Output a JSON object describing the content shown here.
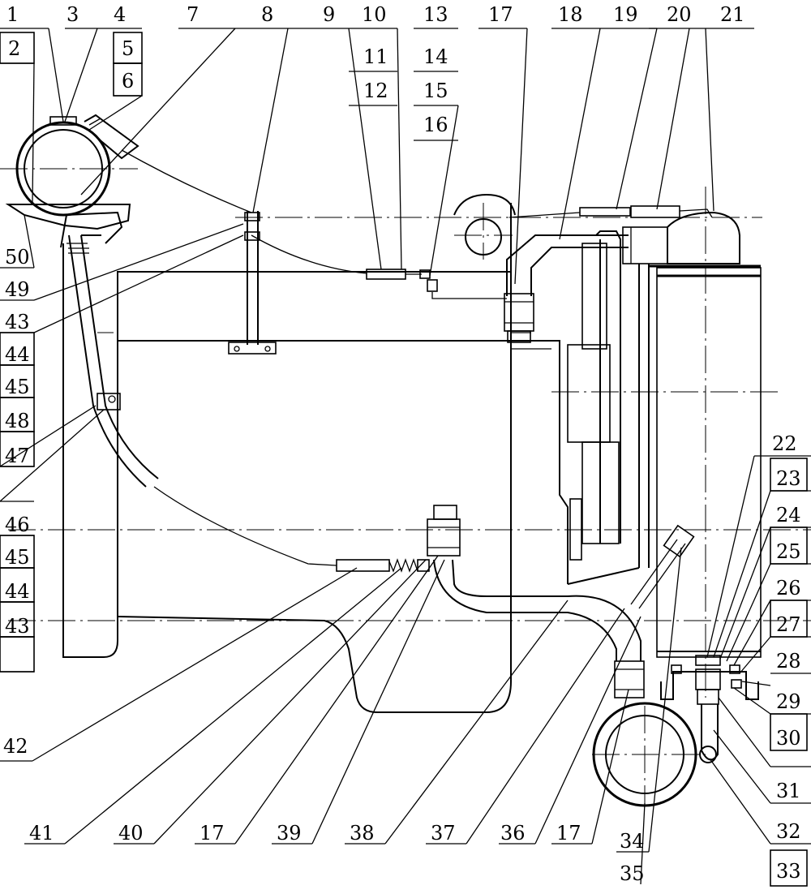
{
  "callouts": {
    "top_row": [
      "1",
      "3",
      "4",
      "7",
      "8",
      "9",
      "10",
      "13",
      "17",
      "18",
      "19",
      "20",
      "21"
    ],
    "col_a": [
      "2"
    ],
    "col_b": [
      "5",
      "6"
    ],
    "col_c": [
      "11",
      "12"
    ],
    "col_d": [
      "14",
      "15",
      "16"
    ],
    "left_col": [
      "50",
      "49",
      "43",
      "44",
      "45",
      "48",
      "47",
      "46",
      "45",
      "44",
      "43"
    ],
    "bottom_left": [
      "42",
      "41",
      "40",
      "17",
      "39",
      "38",
      "37",
      "36",
      "17",
      "34",
      "35"
    ],
    "right_col": [
      "22",
      "23",
      "24",
      "25",
      "26",
      "27",
      "28",
      "29",
      "30",
      "31",
      "32",
      "33"
    ]
  },
  "colors": {
    "ink": "#000000",
    "paper": "#ffffff"
  }
}
